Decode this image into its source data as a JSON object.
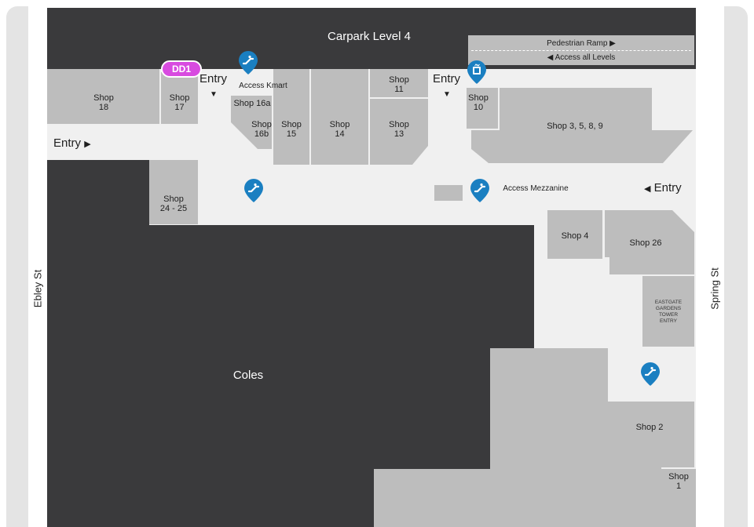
{
  "streets": {
    "left": "Ebley St",
    "right": "Spring St"
  },
  "carpark": {
    "title": "Carpark Level 4",
    "ramp": "Pedestrian Ramp",
    "access": "Access all Levels"
  },
  "badge": "DD1",
  "entries": [
    "Entry",
    "Entry",
    "Entry",
    "Entry"
  ],
  "access": {
    "kmart": "Access Kmart",
    "mezzanine": "Access Mezzanine"
  },
  "shops": {
    "s18": [
      "Shop",
      "18"
    ],
    "s17": [
      "Shop",
      "17"
    ],
    "s16a": "Shop 16a",
    "s16b": [
      "Shop",
      "16b"
    ],
    "s15": [
      "Shop",
      "15"
    ],
    "s14": [
      "Shop",
      "14"
    ],
    "s13": [
      "Shop",
      "13"
    ],
    "s11": [
      "Shop",
      "11"
    ],
    "s10": [
      "Shop",
      "10"
    ],
    "s3589": "Shop 3, 5, 8, 9",
    "s2425": [
      "Shop",
      "24 - 25"
    ],
    "s4": "Shop 4",
    "s26": "Shop 26",
    "s2": "Shop 2",
    "s1": [
      "Shop",
      "1"
    ]
  },
  "tower": [
    "EASTGATE",
    "GARDENS",
    "TOWER",
    "ENTRY"
  ],
  "anchor": "Coles",
  "icons": [
    "escalator-icon",
    "lift-icon",
    "arrow-right-icon",
    "arrow-left-icon",
    "arrow-down-icon"
  ],
  "colors": {
    "building": "#3a3a3c",
    "shop": "#bdbdbd",
    "floor": "#f0f0f0",
    "pin": "#1a7fc1",
    "badge": "#d84be0"
  }
}
